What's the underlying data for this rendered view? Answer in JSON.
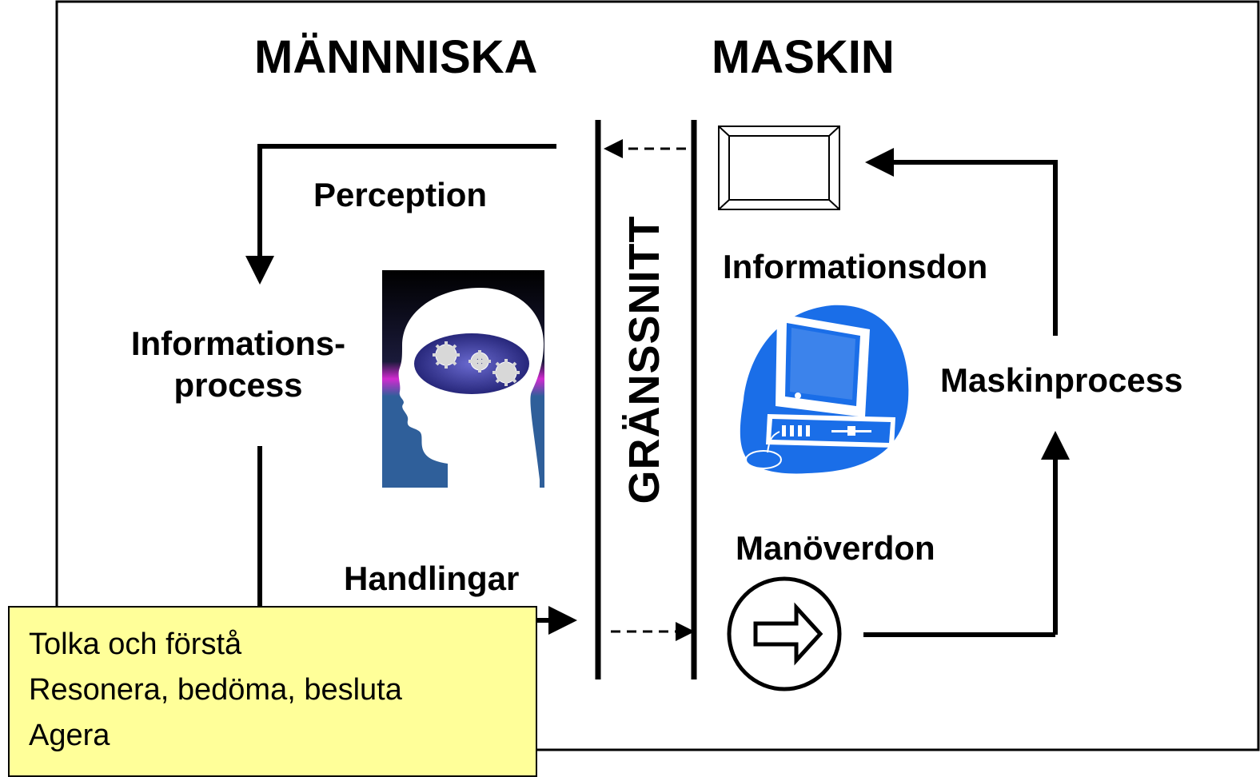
{
  "headings": {
    "human": "MÄNNNISKA",
    "machine": "MASKIN"
  },
  "interface_label": "GRÄNSSNITT",
  "labels": {
    "perception": "Perception",
    "information_process_line1": "Informations-",
    "information_process_line2": "process",
    "actions": "Handlingar",
    "display_device": "Informationsdon",
    "control_device": "Manöverdon",
    "machine_process": "Maskinprocess"
  },
  "note": {
    "lines": [
      "Tolka och förstå",
      "Resonera, bedöma, besluta",
      "Agera"
    ],
    "background": "#ffff99"
  },
  "colors": {
    "computer_blue": "#1a6ee8",
    "head_panel_top": "#000000",
    "head_panel_bottom": "#2f5f9a",
    "head_glow": "#d02bd0"
  },
  "icons": {
    "head": "head-gears-icon",
    "computer": "computer-icon",
    "display": "display-screen-icon",
    "control": "arrow-button-icon"
  }
}
